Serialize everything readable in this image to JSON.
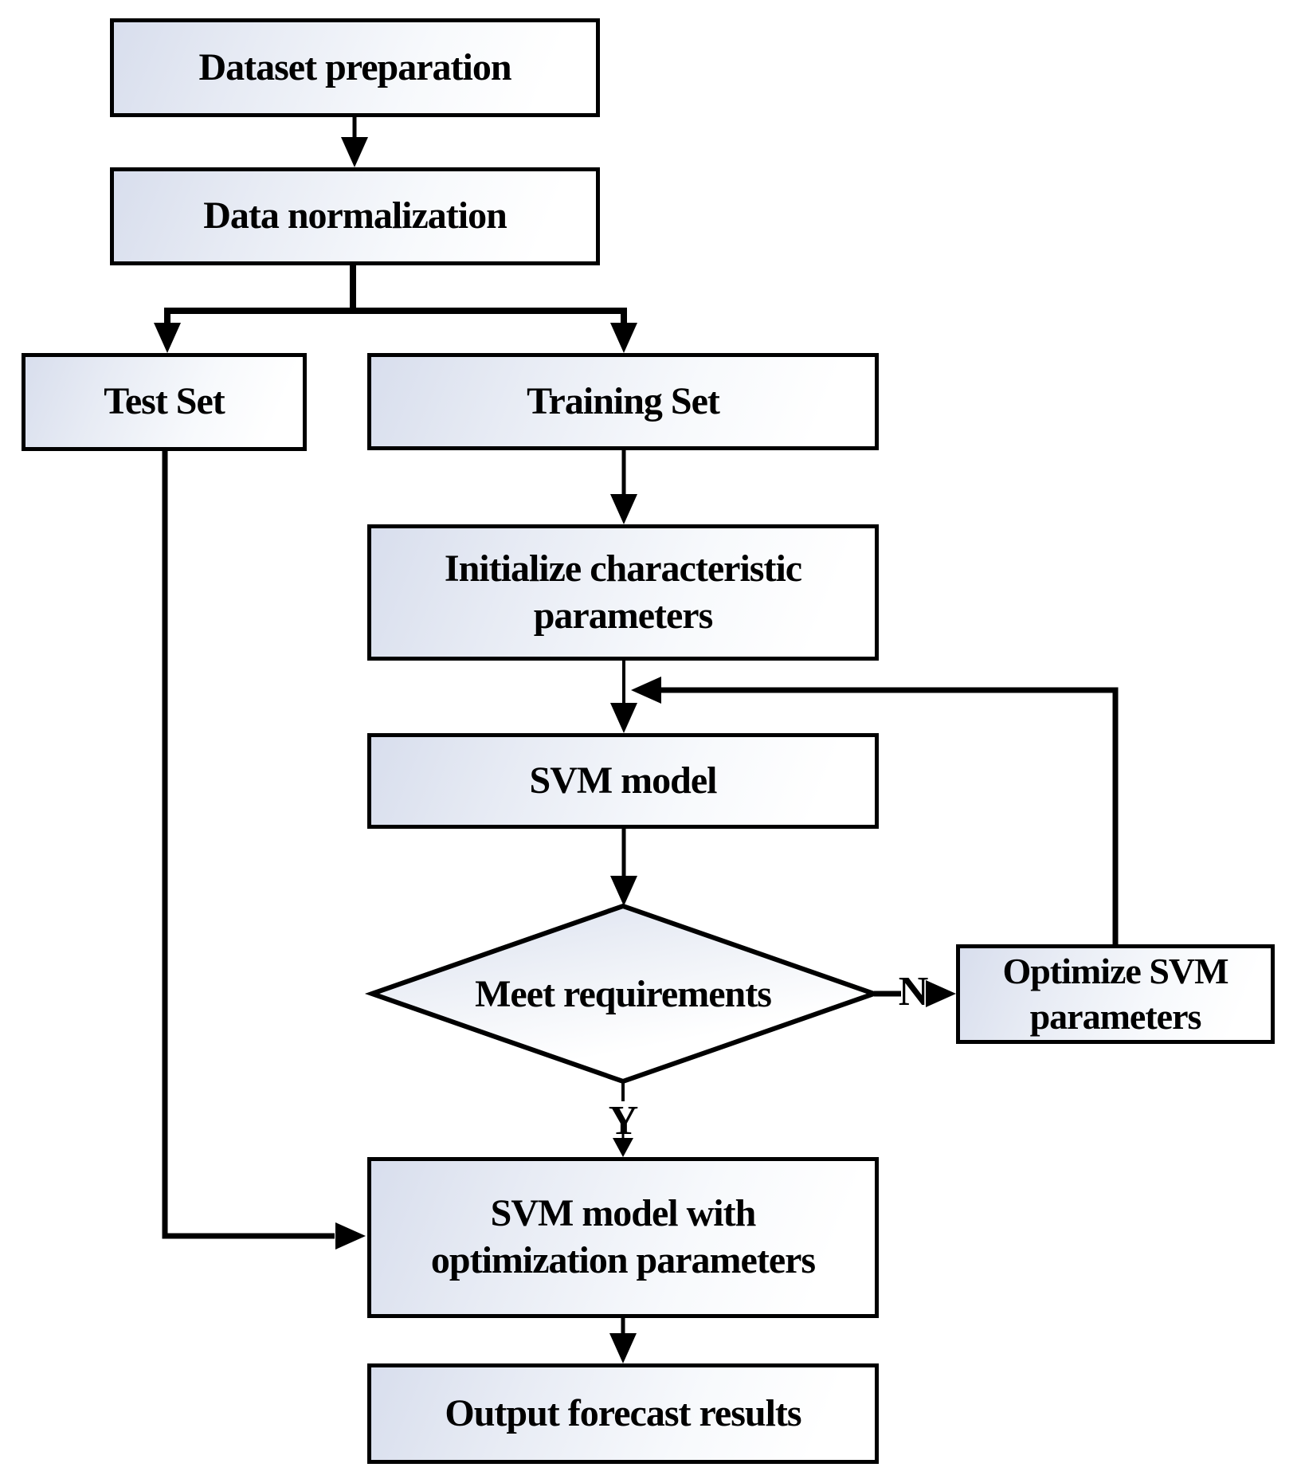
{
  "diagram": {
    "colors": {
      "background": "#ffffff",
      "line": "#000000",
      "node_fill_start": "#d8deed",
      "node_fill_end": "#ffffff",
      "text": "#000000"
    },
    "nodes": [
      {
        "id": "dataset-preparation",
        "shape": "rect",
        "label": "Dataset preparation"
      },
      {
        "id": "data-normalization",
        "shape": "rect",
        "label": "Data normalization"
      },
      {
        "id": "test-set",
        "shape": "rect",
        "label": "Test Set"
      },
      {
        "id": "training-set",
        "shape": "rect",
        "label": "Training Set"
      },
      {
        "id": "initialize-parameters",
        "shape": "rect",
        "label": "Initialize characteristic\nparameters"
      },
      {
        "id": "svm-model",
        "shape": "rect",
        "label": "SVM model"
      },
      {
        "id": "meet-requirements",
        "shape": "diamond",
        "label": "Meet requirements"
      },
      {
        "id": "optimize-svm-parameters",
        "shape": "rect",
        "label": "Optimize SVM\nparameters"
      },
      {
        "id": "svm-model-optimized",
        "shape": "rect",
        "label": "SVM model with\noptimization parameters"
      },
      {
        "id": "output-forecast-results",
        "shape": "rect",
        "label": "Output forecast results"
      }
    ],
    "edge_labels": {
      "no": "N",
      "yes": "Y"
    }
  }
}
